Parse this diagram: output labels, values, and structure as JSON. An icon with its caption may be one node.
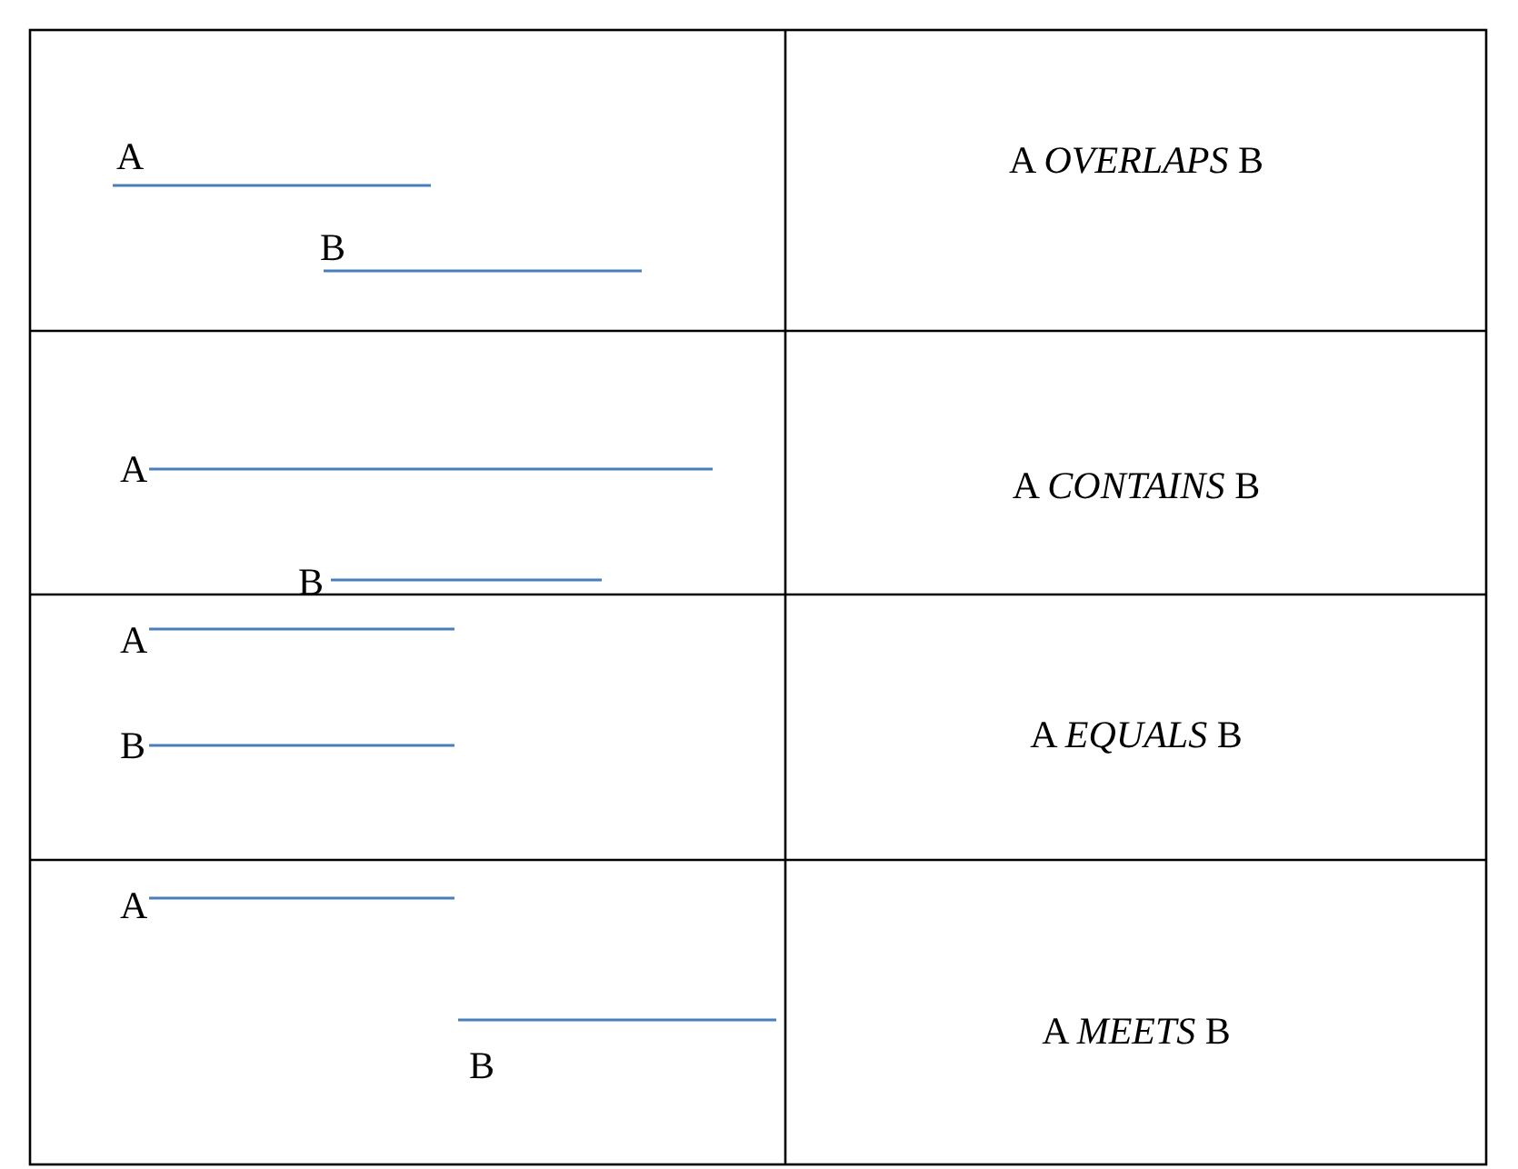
{
  "diagram": {
    "labels": [
      "A",
      "B",
      "A *OVERLAPS* B",
      "A",
      "B",
      "A *CONTAINS* B",
      "A",
      "B",
      "A *EQUALS* B",
      "A",
      "B",
      "A *MEETS* B"
    ]
  }
}
